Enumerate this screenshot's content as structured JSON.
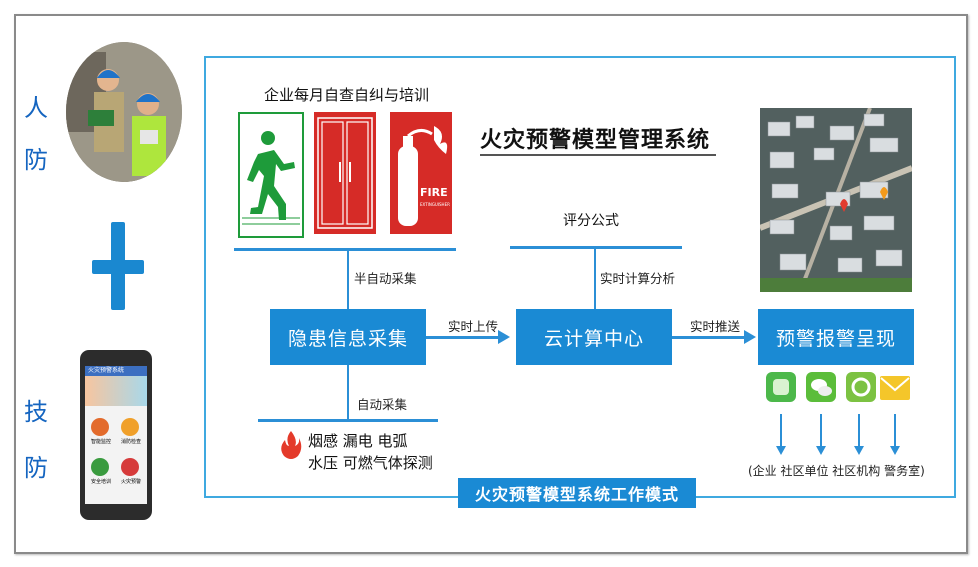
{
  "left": {
    "top_chars": [
      "人",
      "防"
    ],
    "bottom_chars": [
      "技",
      "防"
    ]
  },
  "phone": {
    "header": "火灾预警系统",
    "tiles": [
      "智能监控",
      "消防检查",
      "安全培训",
      "火灾预警"
    ]
  },
  "diagram": {
    "title": "火灾预警模型管理系统",
    "top_left_label": "企业每月自查自纠与培训",
    "formula_label": "评分公式",
    "semi_auto": "半自动采集",
    "realtime_calc": "实时计算分析",
    "auto": "自动采集",
    "upload": "实时上传",
    "push": "实时推送",
    "box_collect": "隐患信息采集",
    "box_cloud": "云计算中心",
    "box_alert": "预警报警呈现",
    "sensors_line1": "烟感  漏电  电弧",
    "sensors_line2": "水压  可燃气体探测",
    "fire_sign": "FIRE",
    "fire_sign_sub": "EXTINGUISHER",
    "channels": "(企业 社区单位 社区机构 警务室)",
    "footer": "火灾预警模型系统工作模式"
  },
  "colors": {
    "accent": "#1a8ad4",
    "border": "#3fa9e0",
    "green_exit": "#1e9b3a",
    "red_cabinet": "#d62b27"
  },
  "icons": [
    "exit-sign-icon",
    "fire-cabinet-icon",
    "fire-extinguisher-icon",
    "flame-icon",
    "app-green-icon",
    "wechat-icon",
    "app-leaf-icon",
    "mail-icon"
  ]
}
